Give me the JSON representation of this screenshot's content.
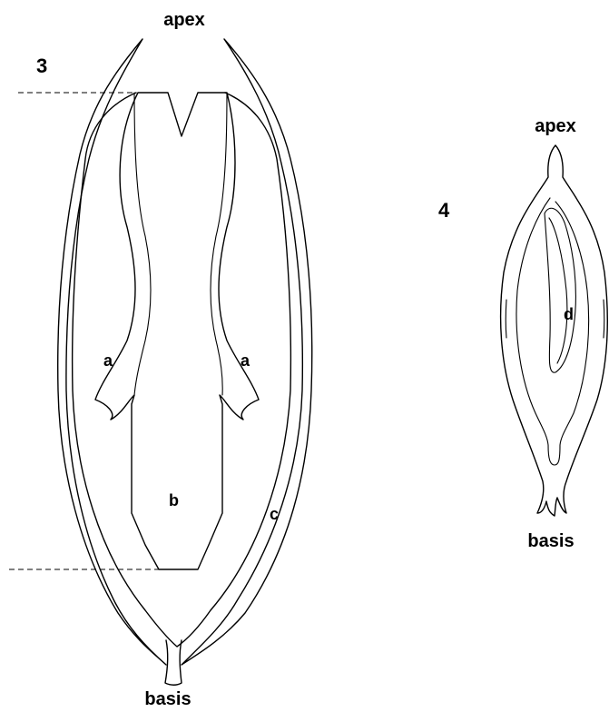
{
  "figure_3": {
    "number": "3",
    "apex_label": "apex",
    "basis_label": "basis",
    "label_a_left": "a",
    "label_a_right": "a",
    "label_b": "b",
    "label_c": "c"
  },
  "figure_4": {
    "number": "4",
    "apex_label": "apex",
    "basis_label": "basis",
    "label_d": "d"
  }
}
